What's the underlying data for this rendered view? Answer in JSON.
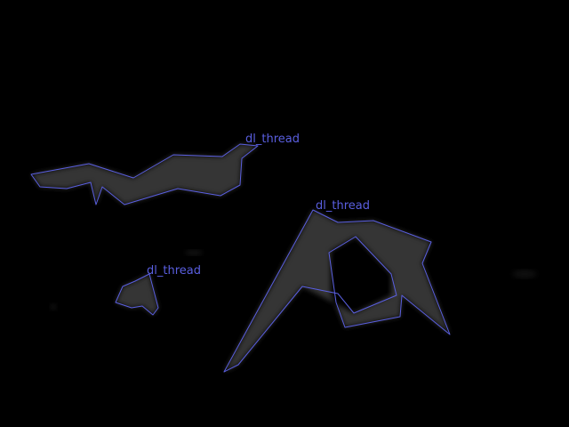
{
  "image": {
    "background_color": "#000000",
    "outline_color": "#5a5fe0",
    "blob_color": "#3a3a3a"
  },
  "segments": [
    {
      "label": "dl_thread"
    },
    {
      "label": "dl_thread"
    },
    {
      "label": "dl_thread"
    }
  ]
}
